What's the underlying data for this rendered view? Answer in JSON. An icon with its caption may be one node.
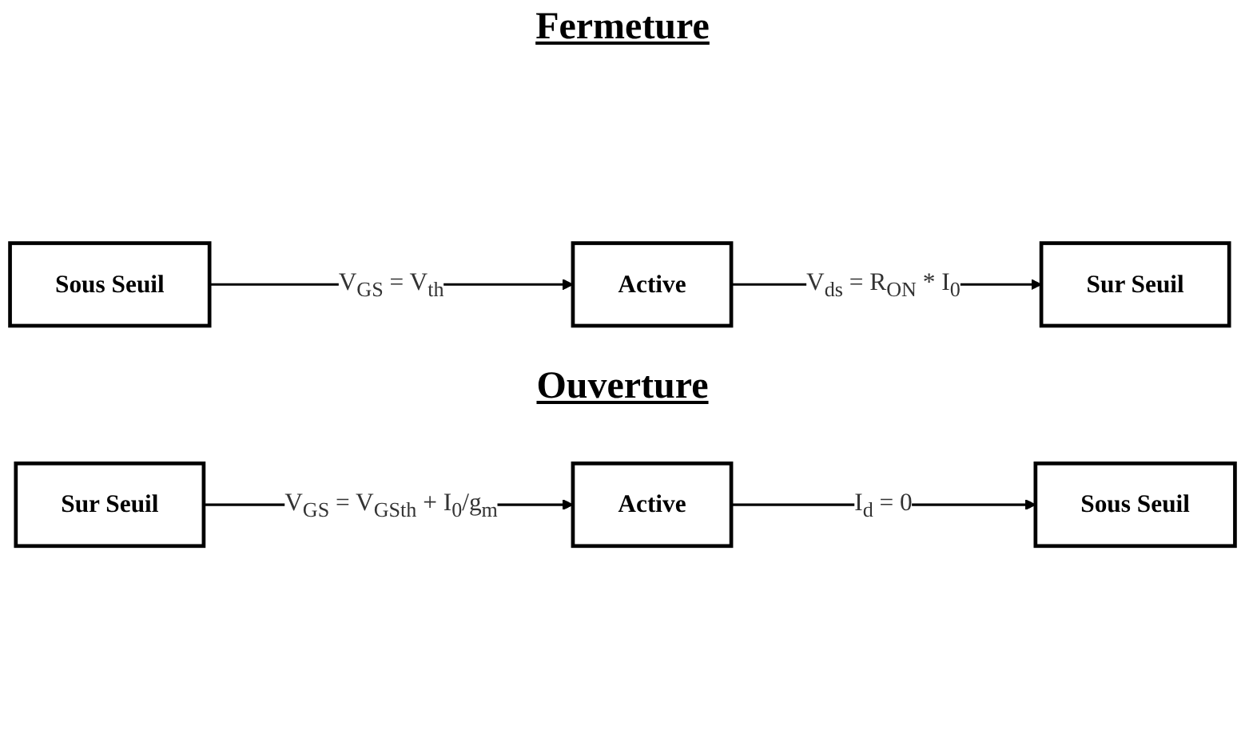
{
  "diagram": {
    "nodes": [
      {
        "text": [
          "Sous Seuil"
        ]
      },
      {
        "text": [
          "Active"
        ]
      },
      {
        "text": [
          "Sur Seuil"
        ]
      },
      {
        "text": [
          "Sur Seuil"
        ]
      },
      {
        "text": [
          "Active"
        ]
      },
      {
        "text": [
          "Sous Seuil"
        ]
      }
    ],
    "edges": [
      {
        "from": 0,
        "to": 1,
        "arrow": "to",
        "label": "V$_{GS}$ = V$_{th}$"
      },
      {
        "from": 1,
        "to": 2,
        "arrow": "to",
        "label": "V$_{ds}$ = R$_{ON}$ * I$_{0}$"
      },
      {
        "from": 3,
        "to": 4,
        "arrow": "to",
        "label": "V$_{GS}$ = V$_{GSth}$ + I$_{0}$/g$_{m}$"
      },
      {
        "from": 4,
        "to": 5,
        "arrow": "to",
        "label": "I$_{d}$ = 0"
      }
    ],
    "labels": [
      "Fermeture",
      "Ouverture"
    ]
  }
}
